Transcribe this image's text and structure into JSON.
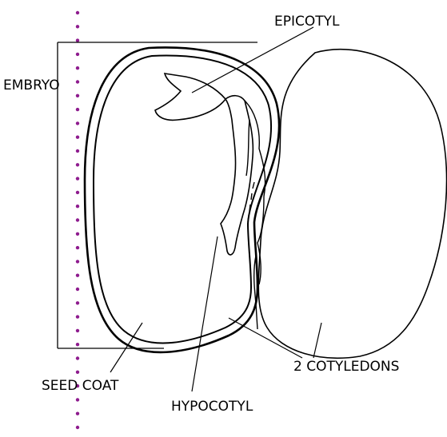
{
  "labels": {
    "epicotyl": "EPICOTYL",
    "embryo": "EMBRYO",
    "seed_coat": "SEED COAT",
    "hypocotyl": "HYPOCOTYL",
    "cotyledons": "2 COTYLEDONS"
  },
  "colors": {
    "ink": "#000000",
    "dots": "#8e1b8e",
    "background": "#ffffff"
  }
}
